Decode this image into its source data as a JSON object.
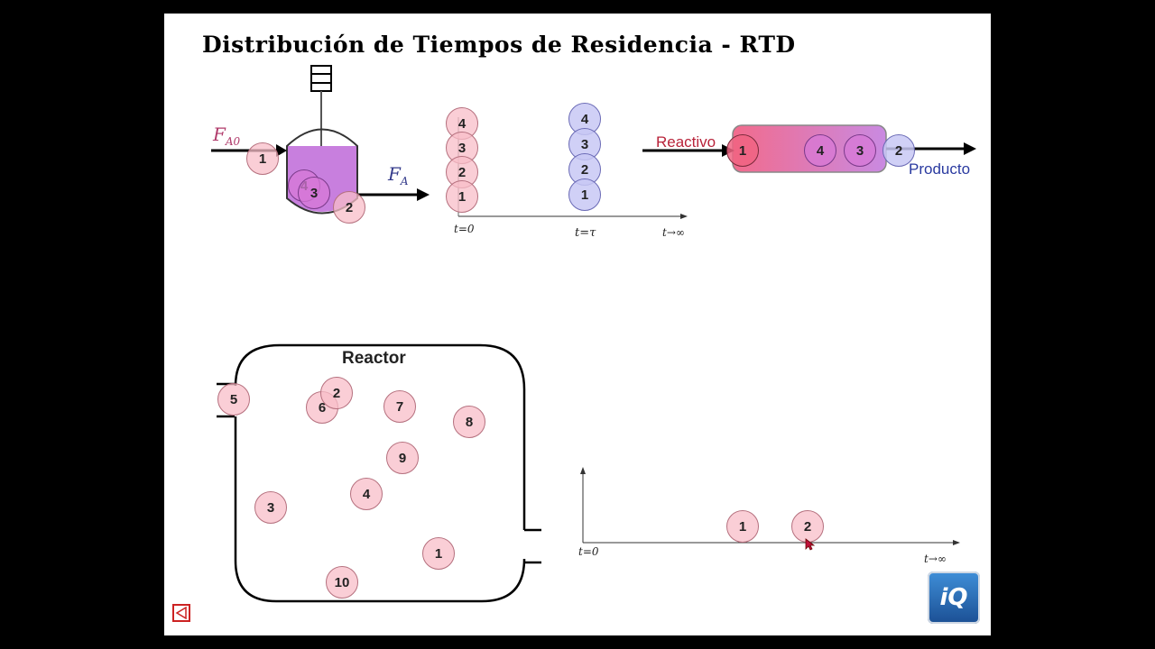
{
  "title": "Distribución de Tiempos de Residencia - RTD",
  "cstr_diagram": {
    "inlet_label": "F",
    "inlet_sub": "A0",
    "outlet_label": "F",
    "outlet_sub": "A",
    "particles": [
      "1",
      "4",
      "3",
      "2"
    ]
  },
  "pfr_timeline": {
    "stack_t0": [
      "4",
      "3",
      "2",
      "1"
    ],
    "stack_tau": [
      "4",
      "3",
      "2",
      "1"
    ],
    "tick_t0": "t=0",
    "tick_tau": "t=τ",
    "tick_inf": "t→∞"
  },
  "pfr_tube": {
    "inlet_label": "Reactivo",
    "outlet_label": "Producto",
    "particles": [
      "1",
      "4",
      "3",
      "2"
    ]
  },
  "reactor_box": {
    "label": "Reactor",
    "particles": [
      "5",
      "6",
      "2",
      "7",
      "8",
      "9",
      "3",
      "4",
      "1",
      "10"
    ]
  },
  "rtd_axis": {
    "tick_t0": "t=0",
    "tick_inf": "t→∞",
    "exited_particles": [
      "1",
      "2"
    ]
  },
  "logo": {
    "text": "iQ"
  }
}
